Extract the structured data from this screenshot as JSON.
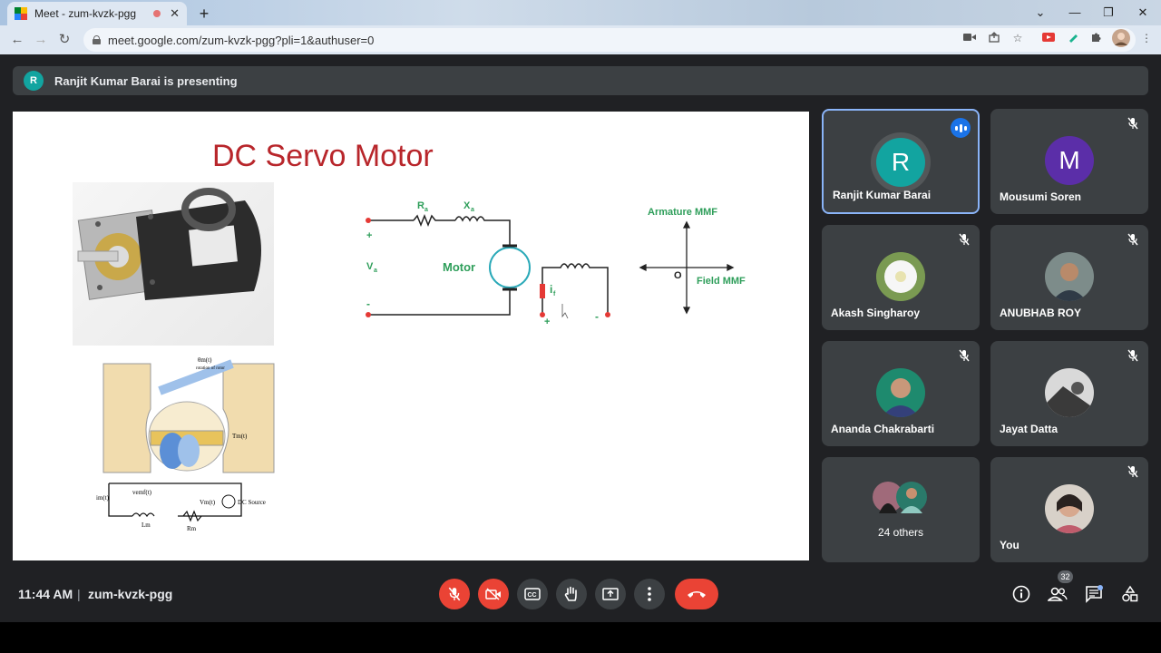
{
  "browser": {
    "tab_title": "Meet - zum-kvzk-pgg",
    "tab_close": "✕",
    "new_tab": "+",
    "url": "meet.google.com/zum-kvzk-pgg?pli=1&authuser=0",
    "window_controls": [
      "⌄",
      "—",
      "❐",
      "✕"
    ]
  },
  "presenting_bar": {
    "avatar_letter": "R",
    "text": "Ranjit Kumar Barai is presenting"
  },
  "slide": {
    "title": "DC Servo Motor",
    "circuit": {
      "ra": "R",
      "ra_sub": "a",
      "xa": "X",
      "xa_sub": "a",
      "va": "V",
      "va_sub": "a",
      "plus_left": "+",
      "minus_left": "-",
      "motor": "Motor",
      "if": "i",
      "if_sub": "f",
      "plus_right": "+",
      "minus_right": "-",
      "armature_mmf": "Armature MMF",
      "field_mmf": "Field MMF",
      "origin": "O"
    },
    "diagram": {
      "theta": "θm(t)",
      "rotation": "rotation of rotor",
      "tm": "Tm(t)",
      "im": "im(t)",
      "vemf": "vemf(t)",
      "vm": "Vm(t)",
      "dc_source": "DC Source",
      "lm": "Lm",
      "rm": "Rm"
    }
  },
  "participants": [
    {
      "name": "Ranjit Kumar Barai",
      "letter": "R",
      "color": "#12a4a0",
      "active": true
    },
    {
      "name": "Mousumi Soren",
      "letter": "M",
      "color": "#5b2ea8",
      "muted": true
    },
    {
      "name": "Akash Singharoy",
      "muted": true
    },
    {
      "name": "ANUBHAB ROY",
      "muted": true
    },
    {
      "name": "Ananda Chakrabarti",
      "muted": true
    },
    {
      "name": "Jayat Datta",
      "muted": true
    },
    {
      "name": "24 others"
    },
    {
      "name": "You",
      "muted": true
    }
  ],
  "bottom": {
    "time": "11:44 AM",
    "separator": "|",
    "meeting_code": "zum-kvzk-pgg",
    "participant_count": "32"
  },
  "colors": {
    "meet_bg": "#202124",
    "tile_bg": "#3c4043",
    "danger": "#ea4335",
    "active_border": "#8ab4f8",
    "slide_title": "#b8262b",
    "circuit_label": "#2e9e5a"
  },
  "icons": {
    "mic_off": "mic-off-icon",
    "camera_off": "camera-off-icon",
    "captions": "captions-icon",
    "raise_hand": "hand-icon",
    "present": "present-icon",
    "more": "more-icon",
    "end_call": "end-call-icon",
    "info": "info-icon",
    "people": "people-icon",
    "chat": "chat-icon",
    "activities": "activities-icon"
  }
}
